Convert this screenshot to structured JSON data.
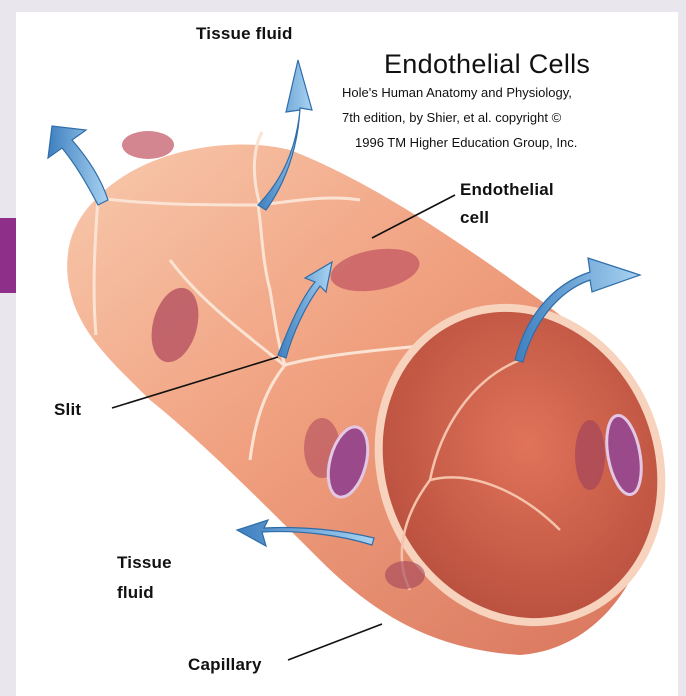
{
  "title": "Endothelial Cells",
  "credit_lines": [
    "Hole's Human Anatomy and Physiology,",
    "7th edition, by Shier, et al. copyright ©",
    "1996 TM Higher Education Group, Inc."
  ],
  "labels": {
    "tissue_fluid_top": "Tissue fluid",
    "endothelial_cell_line1": "Endothelial",
    "endothelial_cell_line2": "cell",
    "slit": "Slit",
    "tissue_fluid_bottom_line1": "Tissue",
    "tissue_fluid_bottom_line2": "fluid",
    "capillary": "Capillary"
  },
  "colors": {
    "cell_body": "#ef9a77",
    "cell_highlight": "#f6c3a6",
    "lumen": "#d9654d",
    "nucleus": "#b0495c",
    "arrow": "#6fa8dc",
    "frame_accent": "#8e2f8a"
  }
}
